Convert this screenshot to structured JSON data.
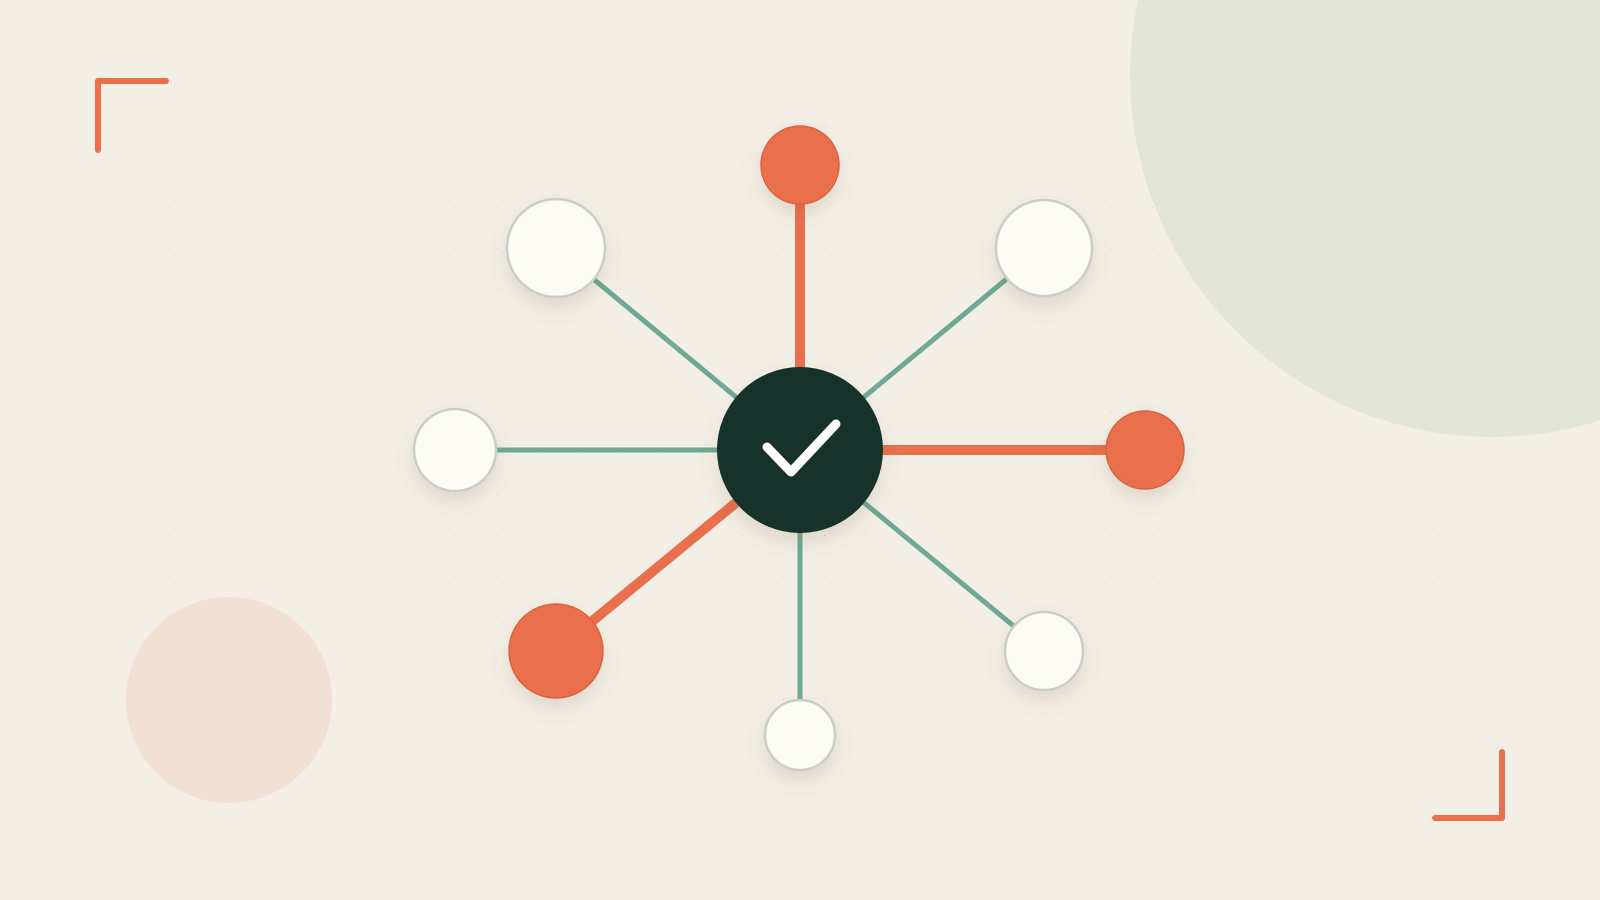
{
  "colors": {
    "background": "#f4efe6",
    "dot_grid": "#d9d2c5",
    "accent_orange": "#ea6f4d",
    "teal_line": "#6ea897",
    "hub_dark": "#17302c",
    "node_white": "#fdfbf6",
    "node_border": "#c9cfc6",
    "blob_sage": "#e3e5da",
    "blob_peach": "#f2e0d2",
    "check_mark": "#ffffff"
  },
  "icons": {
    "hub": "check-icon",
    "frame_top_left": "corner-bracket-icon",
    "frame_bottom_right": "corner-bracket-icon"
  },
  "hub": {
    "icon": "check-icon",
    "state": "complete"
  },
  "spokes": [
    {
      "name": "spoke-north",
      "direction": "north",
      "line": "orange",
      "node": "orange"
    },
    {
      "name": "spoke-north-east",
      "direction": "north-east",
      "line": "teal",
      "node": "white"
    },
    {
      "name": "spoke-east",
      "direction": "east",
      "line": "orange",
      "node": "orange"
    },
    {
      "name": "spoke-south-east",
      "direction": "south-east",
      "line": "teal",
      "node": "white"
    },
    {
      "name": "spoke-south",
      "direction": "south",
      "line": "teal",
      "node": "white"
    },
    {
      "name": "spoke-south-west",
      "direction": "south-west",
      "line": "orange",
      "node": "orange"
    },
    {
      "name": "spoke-west",
      "direction": "west",
      "line": "teal",
      "node": "white"
    },
    {
      "name": "spoke-north-west",
      "direction": "north-west",
      "line": "teal",
      "node": "white"
    }
  ]
}
